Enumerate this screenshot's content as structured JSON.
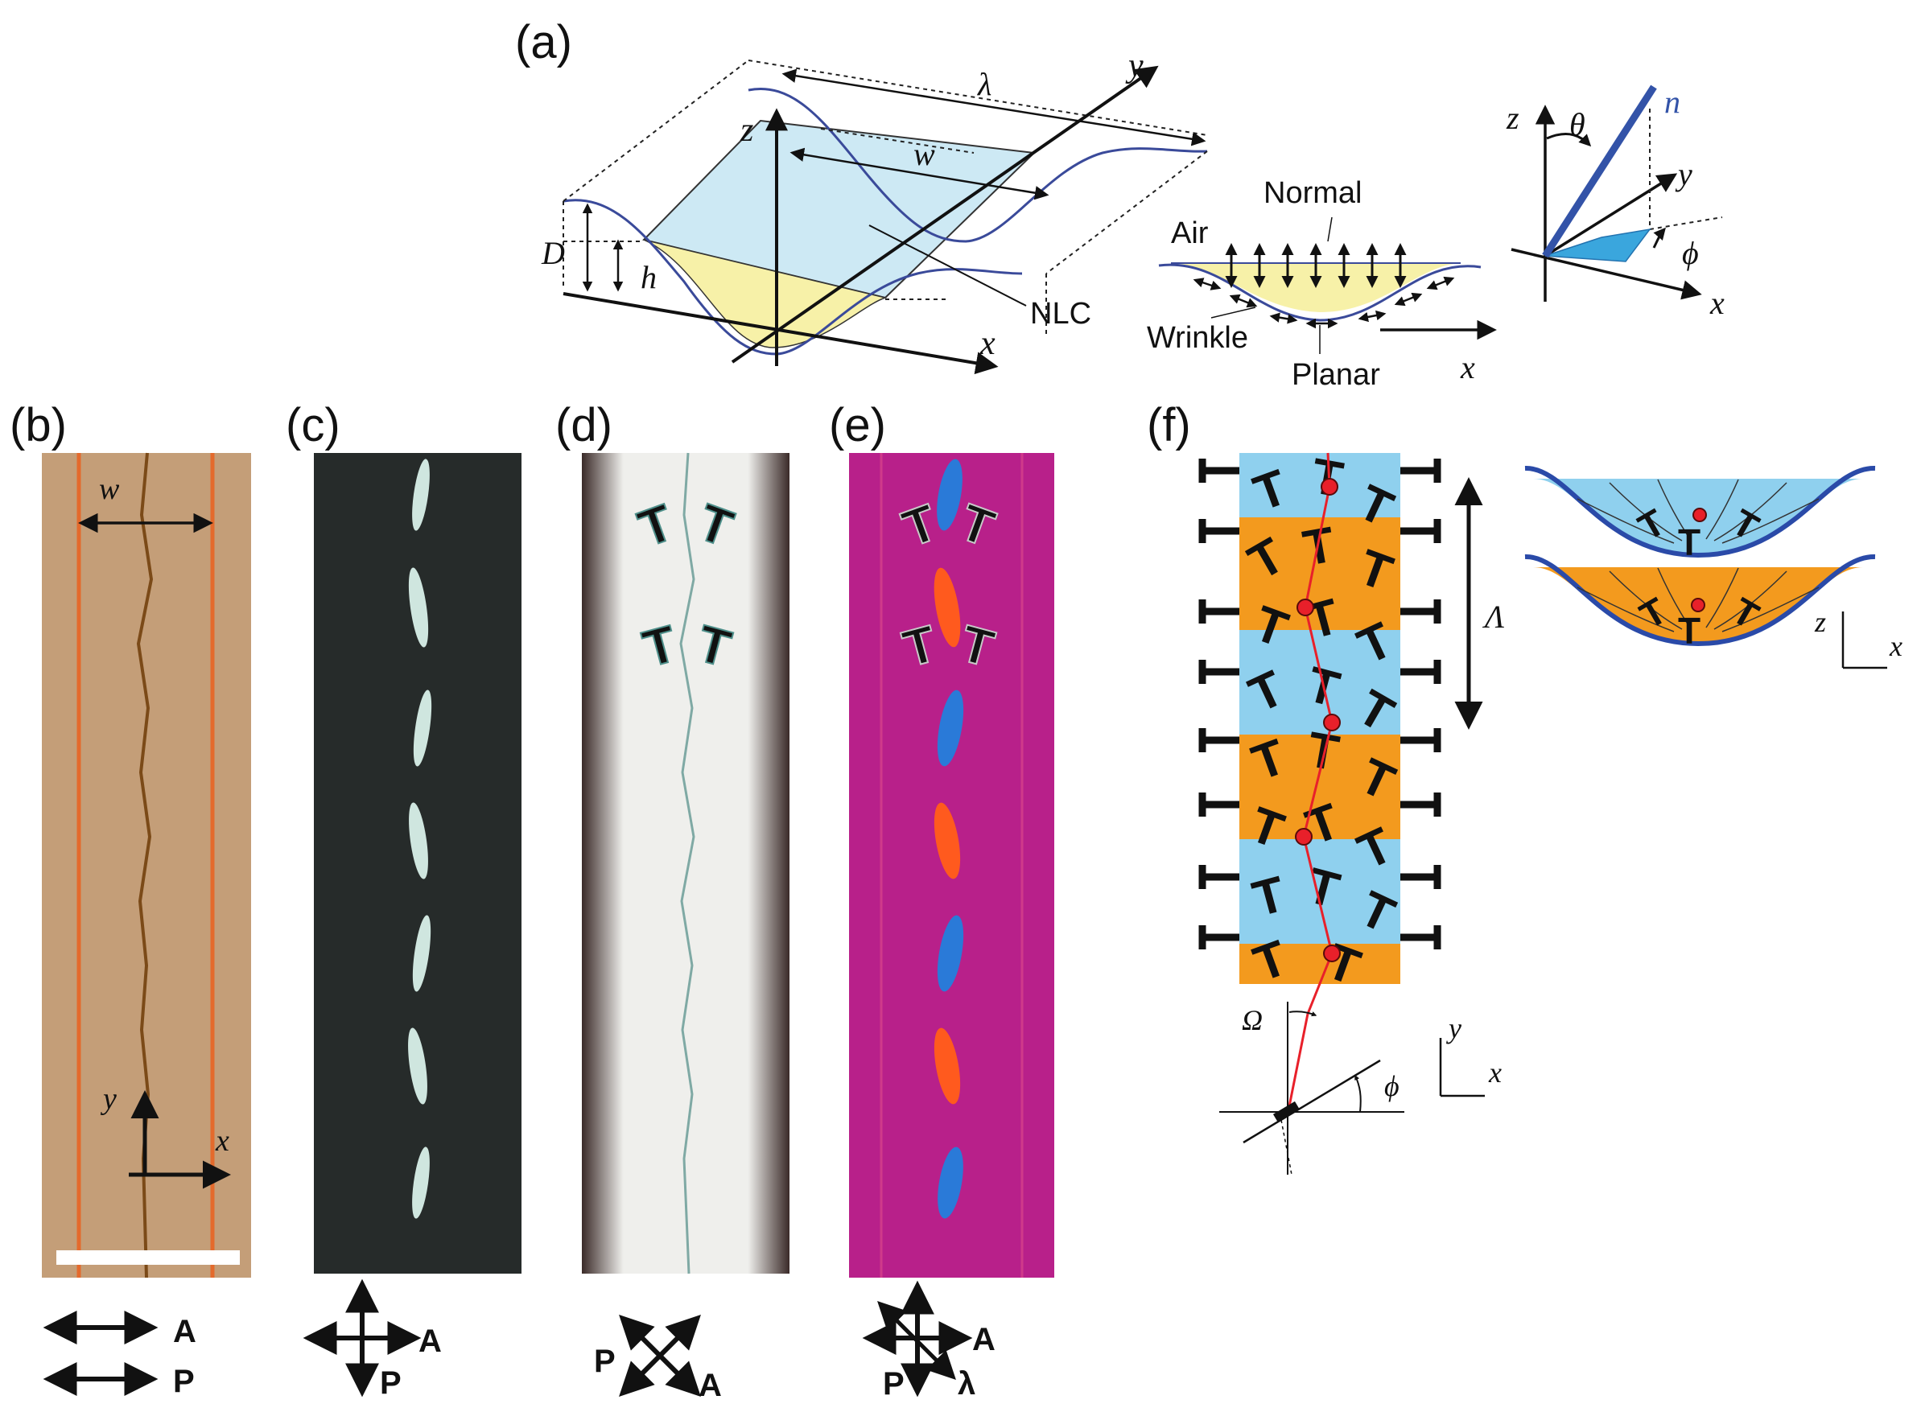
{
  "panels": {
    "a": {
      "label": "(a)"
    },
    "b": {
      "label": "(b)"
    },
    "c": {
      "label": "(c)"
    },
    "d": {
      "label": "(d)"
    },
    "e": {
      "label": "(e)"
    },
    "f": {
      "label": "(f)"
    }
  },
  "panel_a": {
    "lambda": "λ",
    "w": "w",
    "D": "D",
    "h": "h",
    "x": "x",
    "y": "y",
    "z": "z",
    "normal": "Normal",
    "air": "Air",
    "nlc": "NLC",
    "wrinkle": "Wrinkle",
    "planar": "Planar",
    "x2": "x",
    "z3": "z",
    "theta": "θ",
    "n": "n",
    "y3": "y",
    "phi": "ϕ",
    "x3": "x"
  },
  "panel_b": {
    "w": "w",
    "y": "y",
    "x": "x",
    "A": "A",
    "P": "P"
  },
  "panel_c": {
    "A": "A",
    "P": "P"
  },
  "panel_d": {
    "P": "P",
    "A": "A"
  },
  "panel_e": {
    "A": "A",
    "P": "P",
    "lambda": "λ"
  },
  "panel_f": {
    "Lambda": "Λ",
    "z": "z",
    "x": "x",
    "Omega": "Ω",
    "y": "y",
    "x2": "x",
    "phi": "ϕ"
  },
  "colors": {
    "blue_fill": "#cde9f4",
    "yellow_fill": "#f7f1a8",
    "wave_line": "#3a4a9a",
    "panel_b_bg": "#c49e78",
    "panel_b_line": "#e46a2c",
    "panel_c_bg": "#262b2a",
    "panel_d_bg": "#e9ece9",
    "panel_e_bg": "#b8208a",
    "orange": "#f39a1e",
    "light_blue": "#8fd0ee",
    "red_dot": "#e8202a",
    "director_blue": "#3353a8"
  }
}
